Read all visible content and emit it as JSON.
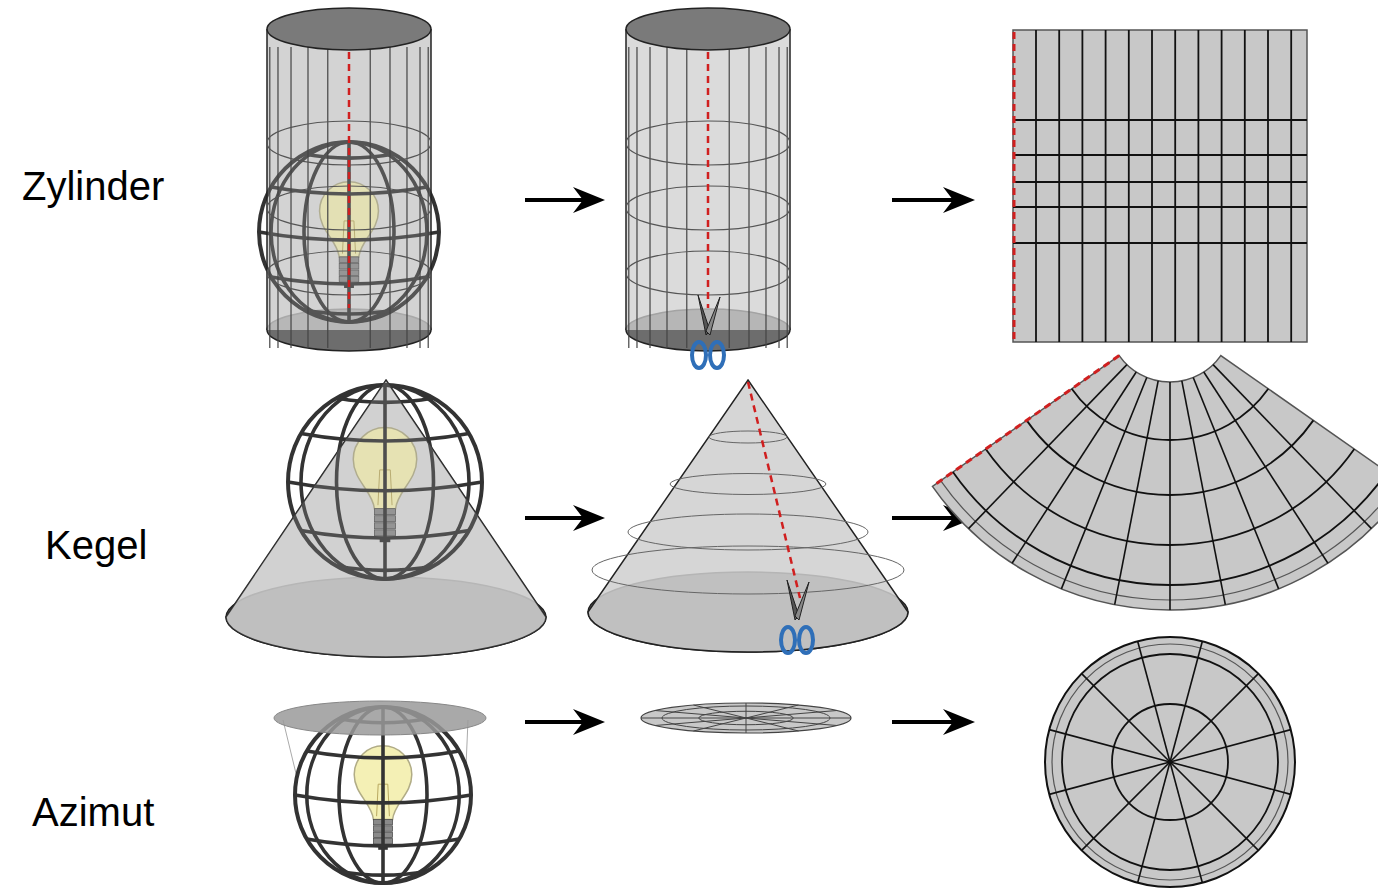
{
  "diagram": {
    "labels": [
      "Zylinder",
      "Kegel",
      "Azimut"
    ]
  }
}
